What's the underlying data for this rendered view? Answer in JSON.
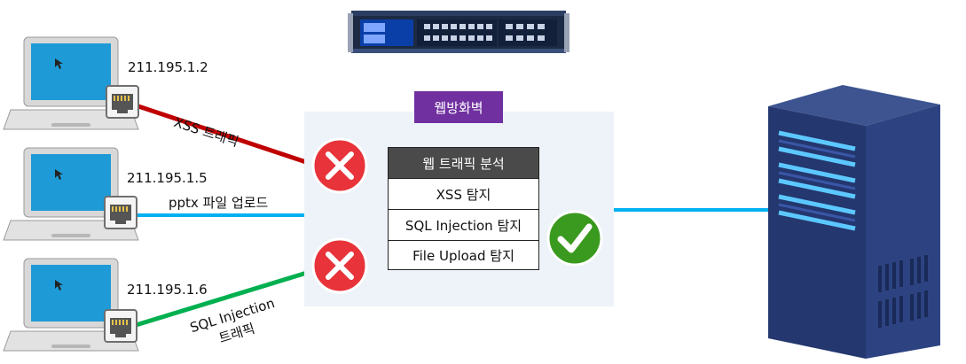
{
  "clients": [
    {
      "ip": "211.195.1.2",
      "traffic": "XSS 트래픽"
    },
    {
      "ip": "211.195.1.5",
      "traffic": "pptx 파일 업로드"
    },
    {
      "ip": "211.195.1.6",
      "traffic_line1": "SQL Injection",
      "traffic_line2": "트래픽"
    }
  ],
  "waf": {
    "title": "웹방화벽",
    "analysis_header": "웹 트래픽 분석",
    "checks": [
      "XSS 탐지",
      "SQL Injection 탐지",
      "File Upload 탐지"
    ]
  },
  "colors": {
    "xss_line": "#c00000",
    "upload_line": "#00b0f0",
    "sqli_line": "#00b050",
    "waf_title_bg": "#7030a0",
    "block_icon": "#e8333a",
    "allow_icon": "#3a9a1f"
  },
  "icons": [
    "laptop-icon",
    "ethernet-port-icon",
    "block-x-icon",
    "check-icon",
    "firewall-appliance-icon",
    "server-icon"
  ]
}
